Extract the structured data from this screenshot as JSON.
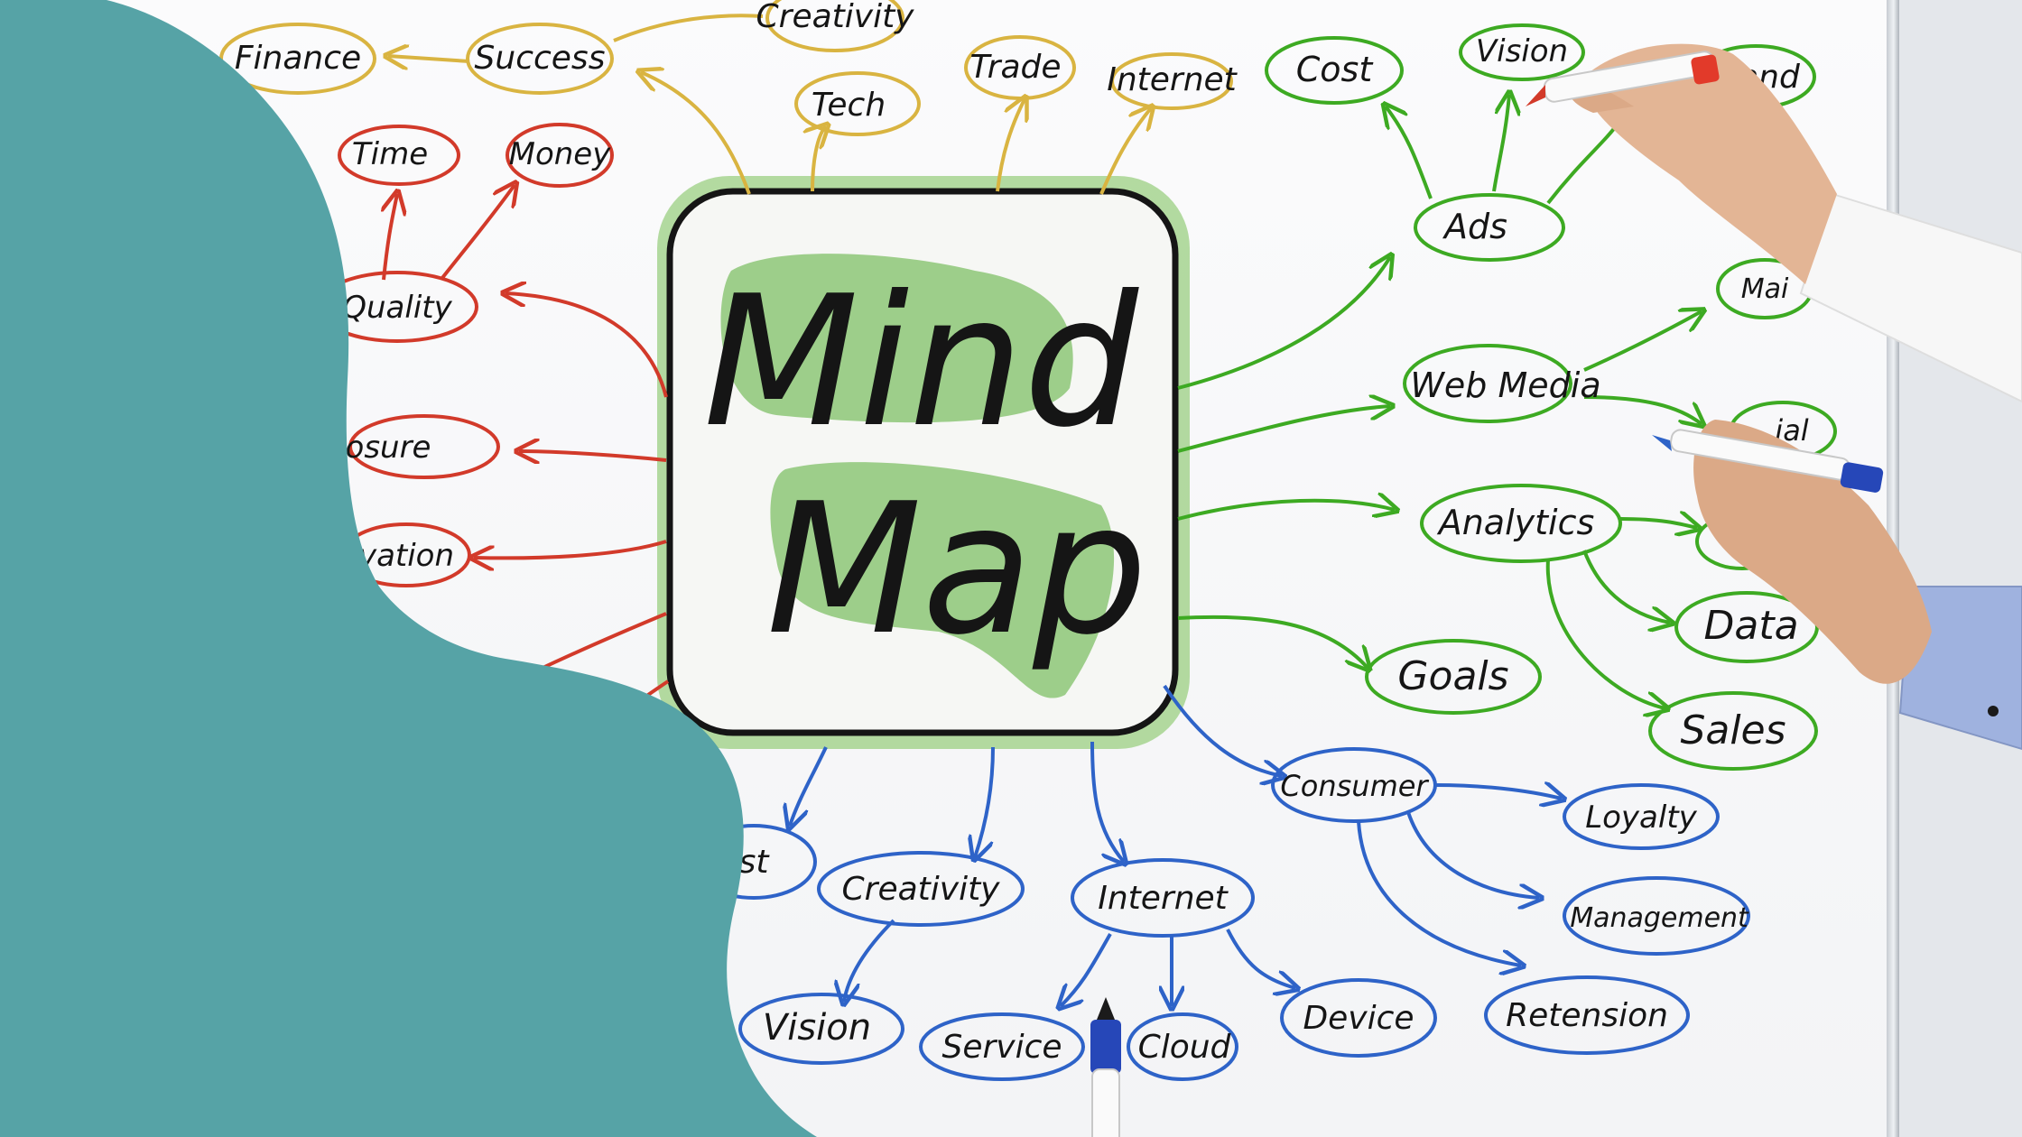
{
  "colors": {
    "red": "#d23a2a",
    "yellow": "#d9b441",
    "green": "#3daa22",
    "blue": "#2e63c8",
    "center_fill": "#93c97e",
    "teal_shape": "#56a3a6",
    "ink": "#151515"
  },
  "center": {
    "line1": "Mind",
    "line2": "Map"
  },
  "yellow_branch": {
    "nodes": [
      "Finance",
      "Success",
      "Creativity",
      "Tech",
      "Trade",
      "Internet"
    ]
  },
  "red_branch": {
    "nodes": [
      "Time",
      "Money",
      "Quality",
      "osure",
      "vation"
    ]
  },
  "green_branch": {
    "nodes": [
      "Cost",
      "Vision",
      "and",
      "Ads",
      "Mai",
      "Web Media",
      "ial",
      "Analytics",
      "Data",
      "Goals",
      "Sales"
    ]
  },
  "blue_branch": {
    "nodes": [
      "st",
      "Creativity",
      "Internet",
      "Consumer",
      "Loyalty",
      "Management",
      "Vision",
      "Service",
      "Cloud",
      "Device",
      "Retension"
    ]
  }
}
